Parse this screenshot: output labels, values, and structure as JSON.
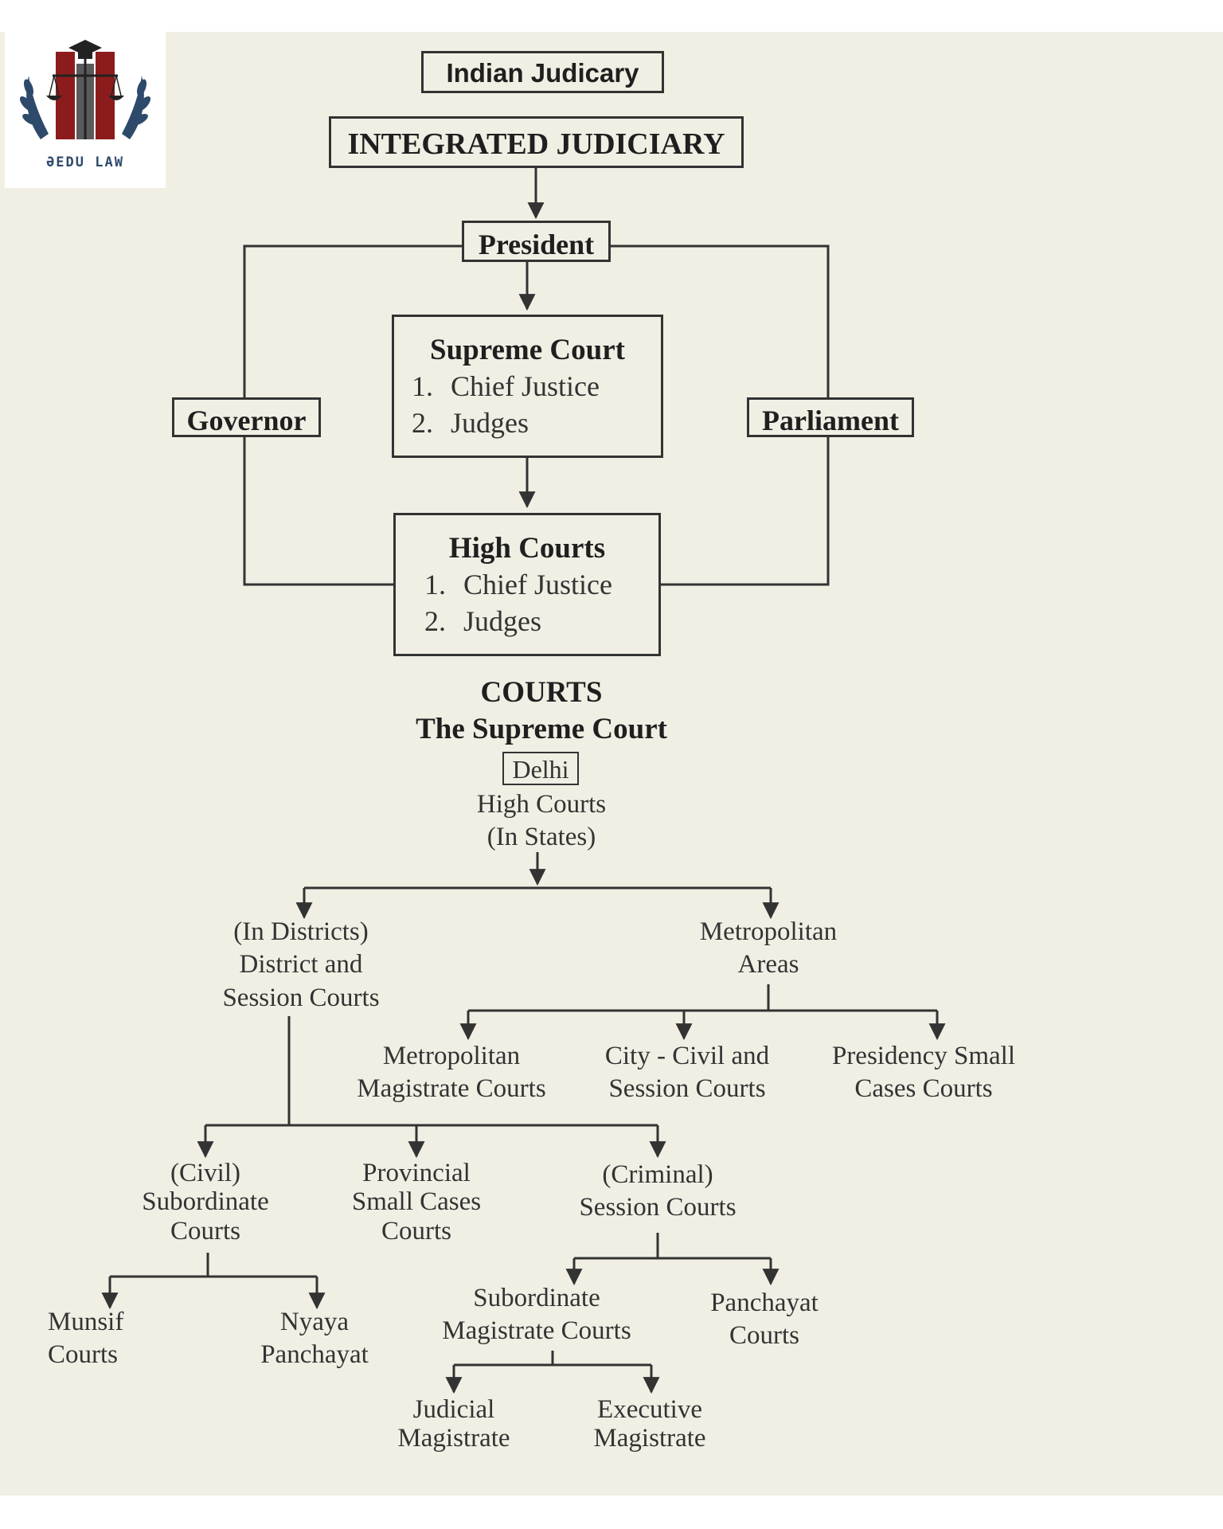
{
  "logo": {
    "text": "ƏEDU LAW",
    "brand_color": "#8c1c1c"
  },
  "title": "Indian Judicary",
  "integrated": "INTEGRATED JUDICIARY",
  "president": "President",
  "governor": "Governor",
  "parliament": "Parliament",
  "supreme_court": {
    "title": "Supreme Court",
    "items": [
      {
        "num": "1.",
        "text": "Chief Justice"
      },
      {
        "num": "2.",
        "text": "Judges"
      }
    ]
  },
  "high_courts": {
    "title": "High Courts",
    "items": [
      {
        "num": "1.",
        "text": "Chief Justice"
      },
      {
        "num": "2.",
        "text": "Judges"
      }
    ]
  },
  "courts_heading": "COURTS",
  "supreme_heading": "The Supreme Court",
  "delhi": "Delhi",
  "high_courts_states": {
    "line1": "High Courts",
    "line2": "(In States)"
  },
  "district": {
    "line1": "(In Districts)",
    "line2": "District and",
    "line3": "Session Courts"
  },
  "metropolitan": {
    "line1": "Metropolitan",
    "line2": "Areas"
  },
  "metro_magistrate": {
    "line1": "Metropolitan",
    "line2": "Magistrate Courts"
  },
  "city_civil": {
    "line1": "City - Civil and",
    "line2": "Session Courts"
  },
  "presidency_small": {
    "line1": "Presidency Small",
    "line2": "Cases Courts"
  },
  "civil_sub": {
    "line1": "(Civil)",
    "line2": "Subordinate",
    "line3": "Courts"
  },
  "provincial": {
    "line1": "Provincial",
    "line2": "Small Cases",
    "line3": "Courts"
  },
  "criminal": {
    "line1": "(Criminal)",
    "line2": "Session Courts"
  },
  "munsif": {
    "line1": "Munsif",
    "line2": "Courts"
  },
  "nyaya": {
    "line1": "Nyaya",
    "line2": "Panchayat"
  },
  "sub_magistrate": {
    "line1": "Subordinate",
    "line2": "Magistrate Courts"
  },
  "panchayat": {
    "line1": "Panchayat",
    "line2": "Courts"
  },
  "judicial": {
    "line1": "Judicial",
    "line2": "Magistrate"
  },
  "executive": {
    "line1": "Executive",
    "line2": "Magistrate"
  }
}
